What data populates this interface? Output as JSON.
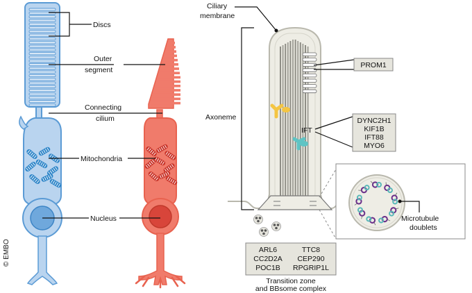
{
  "colors": {
    "rod_fill": "#b9d4ef",
    "rod_stroke": "#5b9bd5",
    "rod_mito": "#2f86c9",
    "cone_fill": "#f07b6b",
    "cone_stroke": "#e8624f",
    "cone_mito": "#c9342a",
    "cilium_fill": "#eeede5",
    "cilium_stroke": "#b9b8ad",
    "axoneme": "#8e8d85",
    "ift_yellow": "#f4c542",
    "ift_teal": "#5fc4c4",
    "box_fill": "#e6e5dd",
    "tubule_purple": "#6a2f8a",
    "tubule_teal": "#58b8b8"
  },
  "left_labels": {
    "discs": "Discs",
    "outer_segment_line1": "Outer",
    "outer_segment_line2": "segment",
    "connecting_cilium_line1": "Connecting",
    "connecting_cilium_line2": "cilium",
    "mitochondria": "Mitochondria",
    "nucleus": "Nucleus",
    "copyright": "© EMBO"
  },
  "right_labels": {
    "ciliary_membrane_line1": "Ciliary",
    "ciliary_membrane_line2": "membrane",
    "axoneme": "Axoneme",
    "ift": "IFT",
    "microtubule_doublets_line1": "Microtubule",
    "microtubule_doublets_line2": "doublets",
    "transition_zone_line1": "Transition zone",
    "transition_zone_line2": "and BBsome complex"
  },
  "gene_boxes": {
    "prom1": [
      "PROM1"
    ],
    "ift": [
      "DYNC2H1",
      "KIF1B",
      "IFT88",
      "MYO6"
    ],
    "transition_left": [
      "ARL6",
      "CC2D2A",
      "POC1B"
    ],
    "transition_right": [
      "TTC8",
      "CEP290",
      "RPGRIP1L"
    ]
  },
  "icons": {
    "ift_yellow": "ift-particle-icon",
    "ift_teal": "ift-particle-icon",
    "bbsome": "bbsome-complex-icon",
    "microtubule": "microtubule-doublet-icon"
  }
}
